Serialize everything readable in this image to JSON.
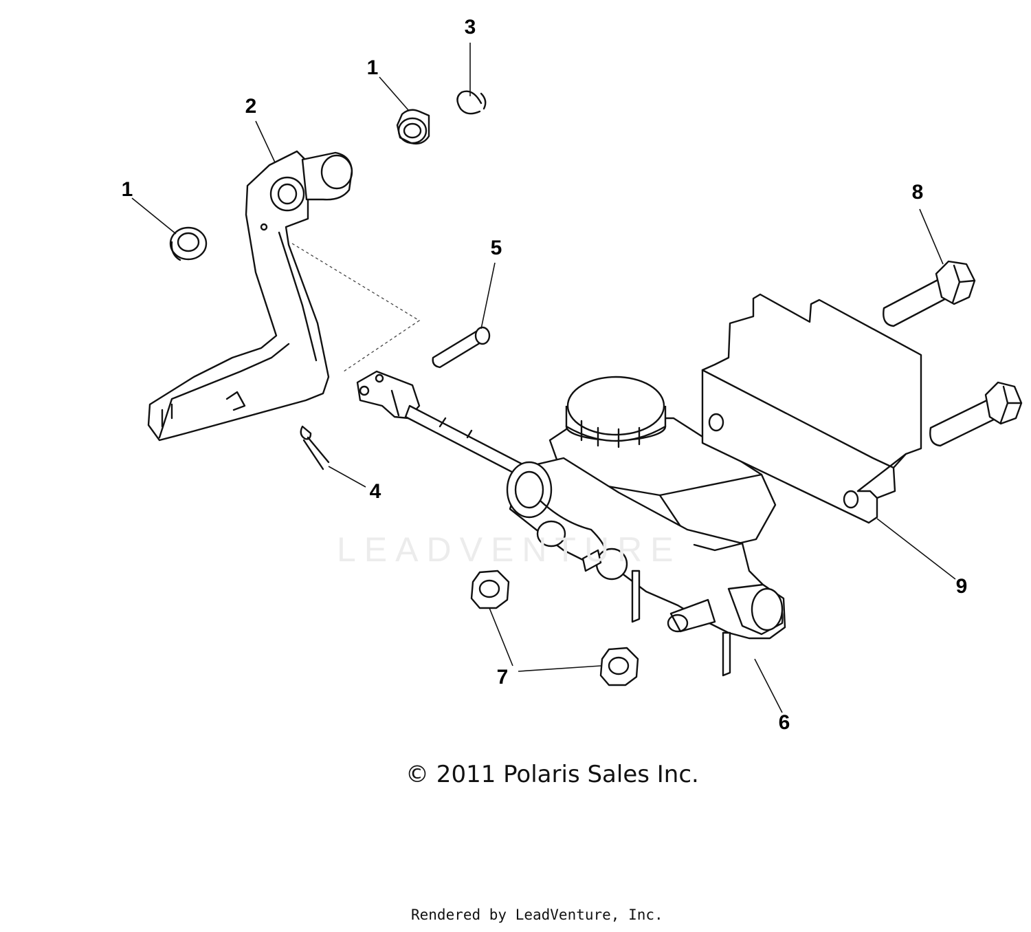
{
  "callouts": [
    {
      "id": "c3",
      "label": "3"
    },
    {
      "id": "c1a",
      "label": "1"
    },
    {
      "id": "c2",
      "label": "2"
    },
    {
      "id": "c1b",
      "label": "1"
    },
    {
      "id": "c8",
      "label": "8"
    },
    {
      "id": "c5",
      "label": "5"
    },
    {
      "id": "c4",
      "label": "4"
    },
    {
      "id": "c9",
      "label": "9"
    },
    {
      "id": "c7",
      "label": "7"
    },
    {
      "id": "c6",
      "label": "6"
    }
  ],
  "watermark": "LEADVENTURE",
  "copyright": "© 2011 Polaris Sales Inc.",
  "rendered_by": "Rendered by LeadVenture, Inc."
}
